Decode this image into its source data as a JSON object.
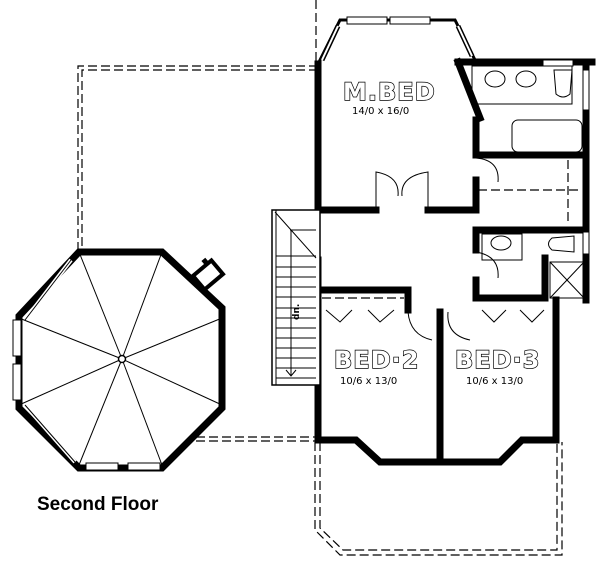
{
  "title": "Second Floor",
  "rooms": [
    {
      "id": "master-bedroom",
      "name": "M.BED",
      "dimensions": "14/0 x 16/0"
    },
    {
      "id": "bedroom-2",
      "name": "BED·2",
      "dimensions": "10/6 x 13/0"
    },
    {
      "id": "bedroom-3",
      "name": "BED·3",
      "dimensions": "10/6 x 13/0"
    }
  ],
  "stairs": {
    "label": "dn."
  },
  "colors": {
    "line": "#000000",
    "background": "#ffffff"
  }
}
